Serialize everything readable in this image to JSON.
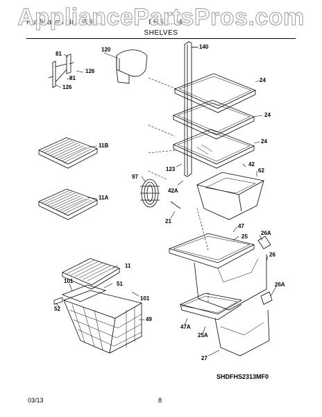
{
  "header": {
    "watermark": "AppliancePartsPros.com",
    "left_text": "Publication No. 5995…",
    "right_text": "FHS2…M",
    "section_title": "SHELVES"
  },
  "callouts": {
    "c81a": "81",
    "c126a": "126",
    "c81b": "81",
    "c126b": "126",
    "c120": "120",
    "c140": "140",
    "c24a": "24",
    "c24b": "24",
    "c24c": "24",
    "c11b": "11B",
    "c11a": "11A",
    "c97": "97",
    "c123": "123",
    "c42": "42",
    "c62": "62",
    "c42a": "42A",
    "c21": "21",
    "c47": "47",
    "c26a1": "26A",
    "c25": "25",
    "c26": "26",
    "c11": "11",
    "c101a": "101",
    "c51": "51",
    "c26a2": "26A",
    "c101b": "101",
    "c52": "52",
    "c49": "49",
    "c47a": "47A",
    "c25a": "25A",
    "c27": "27"
  },
  "diagram_code": "SHDFHS2313MF0",
  "footer": {
    "date": "03/13",
    "page": "8"
  }
}
